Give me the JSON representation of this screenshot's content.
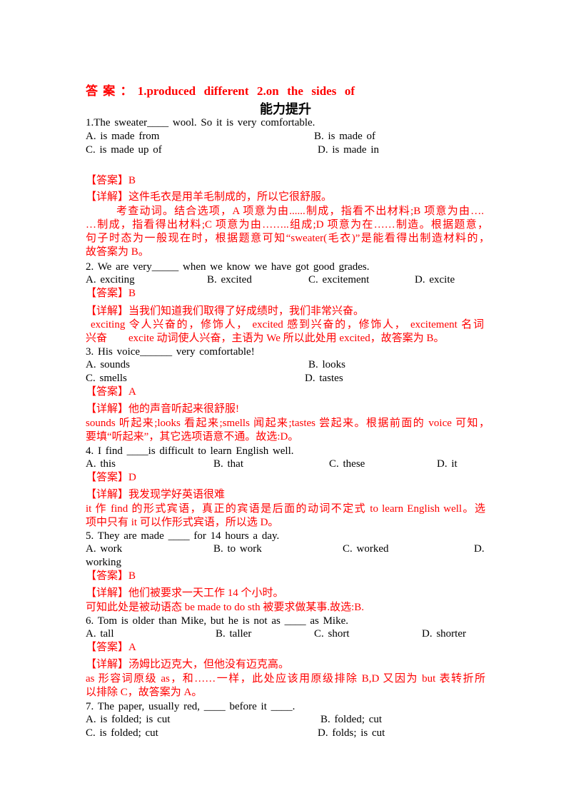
{
  "colors": {
    "text": "#000000",
    "accent_red": "#ff0000"
  },
  "answer_header": "答案：1.produced different 2.on the sides of",
  "section_title": "能力提升",
  "questions": [
    {
      "stem": "1.The sweater____ wool. So it is very comfortable.",
      "options": [
        "A. is made from",
        "B. is made of",
        "C. is made up of",
        "D. is made in"
      ],
      "answer": "【答案】B",
      "explanation": [
        "【详解】这件毛衣是用羊毛制成的，所以它很舒服。",
        "考查动词。结合选项，A 项意为由......制成，指看不出材料;B 项意为由….",
        "…制成，指看得出材料;C 项意为由……..组成;D 项意为在……制造。根据题意，",
        "句子时态为一般现在时，根据题意可知“sweater(毛衣)”是能看得出制造材料的，",
        "故答案为 B。"
      ]
    },
    {
      "stem": "2. We are very_____ when we know we have got good grades.",
      "options": [
        "A. exciting",
        "B. excited",
        "C. excitement",
        "D. excite"
      ],
      "answer": "【答案】B",
      "explanation": [
        "【详解】当我们知道我们取得了好成绩时，我们非常兴奋。",
        "exciting 令人兴奋的，修饰人， excited 感到兴奋的，修饰人， excitement 名词",
        "兴奋　　excite 动词使人兴奋，主语为 We 所以此处用 excited，故答案为 B。"
      ]
    },
    {
      "stem": "3. His voice______ very comfortable!",
      "options": [
        "A. sounds",
        "B. looks",
        "C. smells",
        "D. tastes"
      ],
      "answer": "【答案】A",
      "explanation": [
        "【详解】他的声音听起来很舒服!",
        "sounds 听起来;looks 看起来;smells 闻起来;tastes 尝起来。根据前面的 voice 可知，",
        "要填“听起来”，其它选项语意不通。故选:D。"
      ]
    },
    {
      "stem": "4. I find ____is difficult to learn English well.",
      "options": [
        "A. this",
        "B. that",
        "C. these",
        "D. it"
      ],
      "answer": "【答案】D",
      "explanation": [
        "【详解】我发现学好英语很难",
        "it 作 find 的形式宾语，真正的宾语是后面的动词不定式 to learn English well。选",
        "项中只有 it 可以作形式宾语，所以选 D。"
      ]
    },
    {
      "stem": "5. They are made ____ for 14 hours a day.",
      "options": [
        "A. work",
        "B. to work",
        "C. worked",
        "D."
      ],
      "option_wrap": "working",
      "answer": "【答案】B",
      "explanation": [
        "【详解】他们被要求一天工作 14 个小时。",
        "可知此处是被动语态 be made to do sth 被要求做某事.故选:B."
      ]
    },
    {
      "stem": "6. Tom is older than Mike, but he is not as ____ as Mike.",
      "options": [
        "A. tall",
        "B. taller",
        "C. short",
        "D. shorter"
      ],
      "answer": "【答案】A",
      "explanation": [
        "【详解】汤姆比迈克大，但他没有迈克高。",
        "as 形容词原级 as，和……一样，此处应该用原级排除 B,D 又因为 but 表转折所",
        "以排除 C，故答案为 A。"
      ]
    },
    {
      "stem": "7. The paper, usually red, ____ before it ____.",
      "options": [
        "A. is folded; is cut",
        "B. folded; cut",
        "C. is folded; cut",
        "D. folds; is cut"
      ]
    }
  ]
}
